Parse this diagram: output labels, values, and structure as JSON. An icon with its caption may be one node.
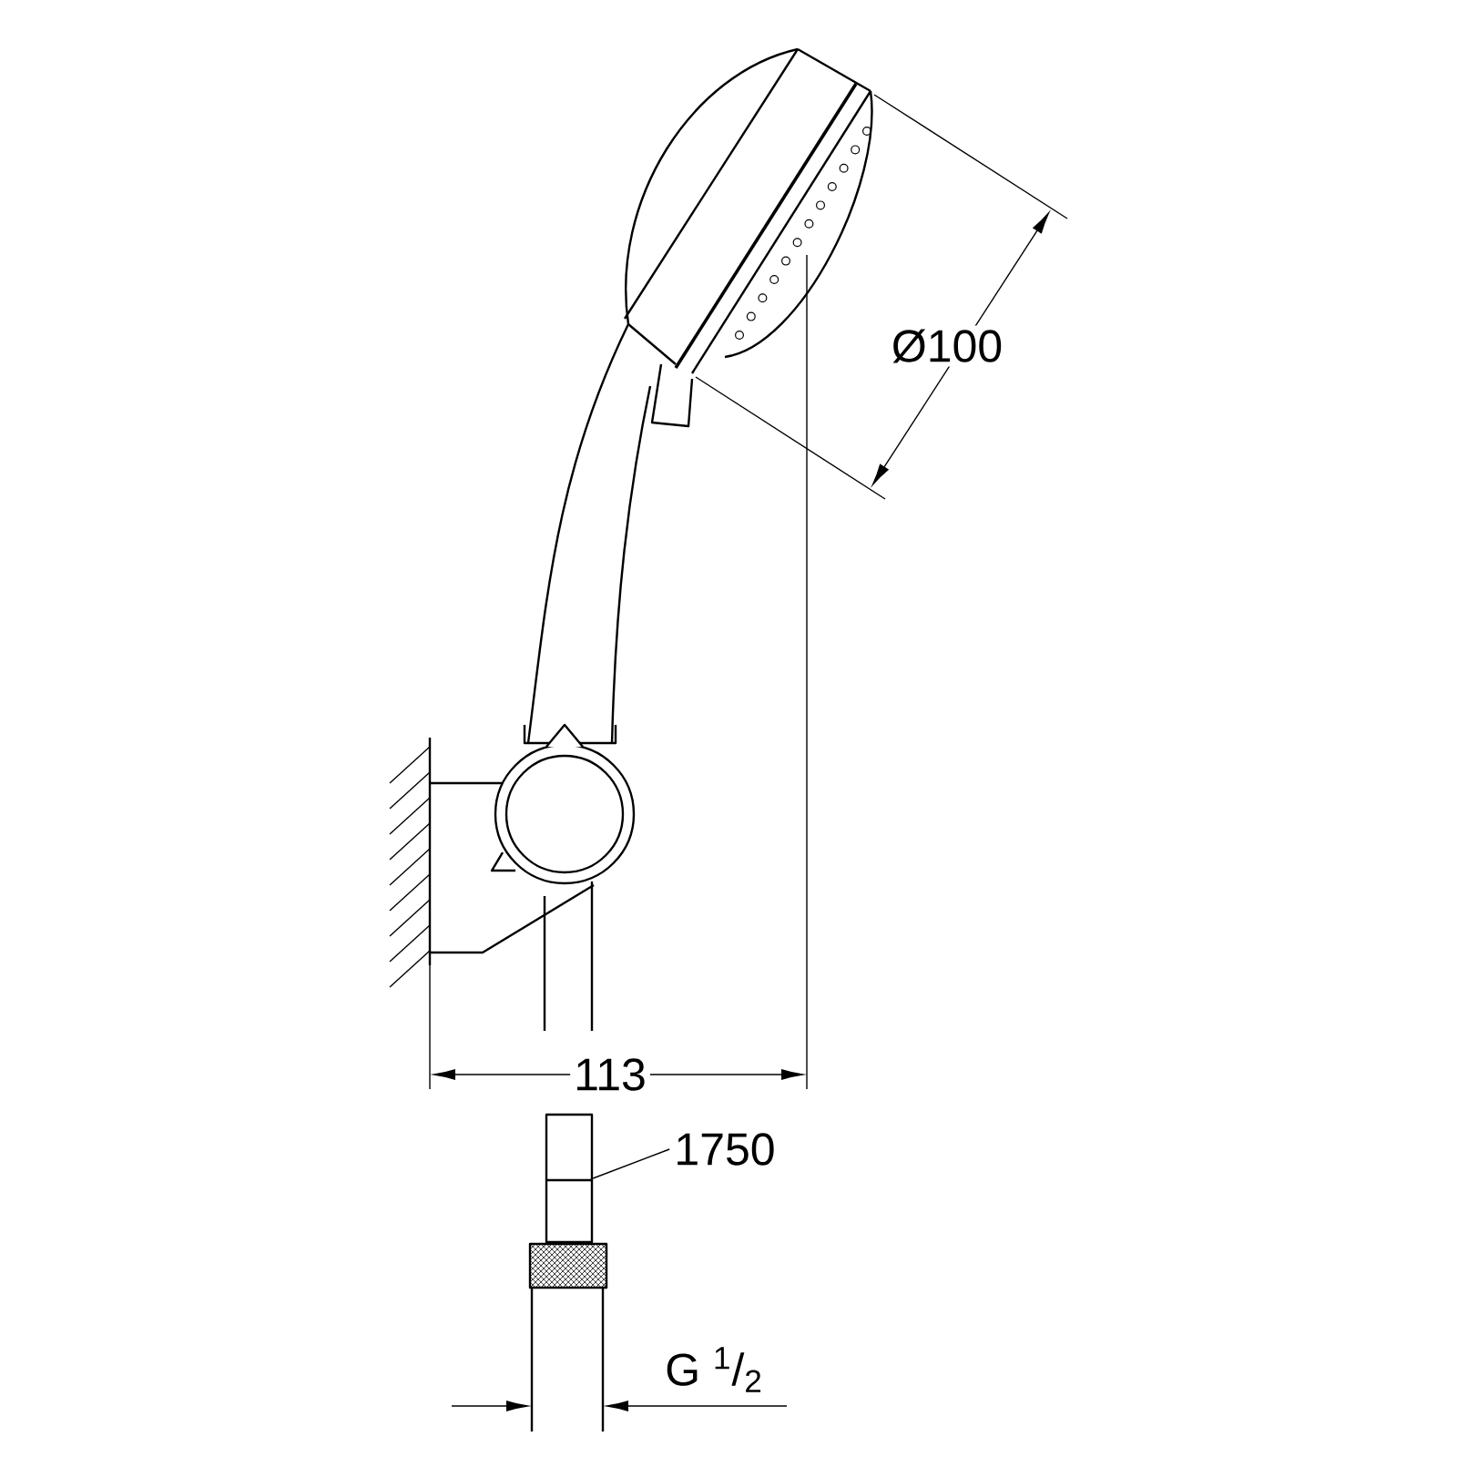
{
  "diagram": {
    "nodes": [
      {
        "text": [
          "1750"
        ]
      },
      {
        "text": [],
        "shape": "box"
      }
    ],
    "edges": [
      {
        "from": 0,
        "to": 1,
        "arrow": "none"
      }
    ],
    "labels": [
      "Ø100",
      "113",
      "G $^{1}$/$_{2}$"
    ]
  }
}
